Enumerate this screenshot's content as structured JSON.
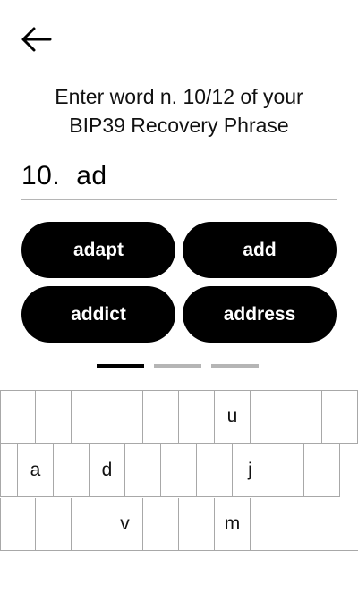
{
  "header": {
    "back_icon": "arrow-left-icon"
  },
  "prompt": {
    "line1": "Enter word n. 10/12 of your",
    "line2": "BIP39 Recovery Phrase"
  },
  "word_input": {
    "number": "10.",
    "value": "ad"
  },
  "suggestions": [
    "adapt",
    "add",
    "addict",
    "address"
  ],
  "pager": {
    "pages": 3,
    "active": 1
  },
  "keyboard": {
    "row1": [
      "",
      "",
      "",
      "",
      "",
      "",
      "u",
      "",
      "",
      ""
    ],
    "row2": [
      "a",
      "",
      "d",
      "",
      "",
      "",
      "j",
      "",
      ""
    ],
    "row3": [
      "",
      "",
      "",
      "v",
      "",
      "",
      "m",
      ""
    ]
  }
}
